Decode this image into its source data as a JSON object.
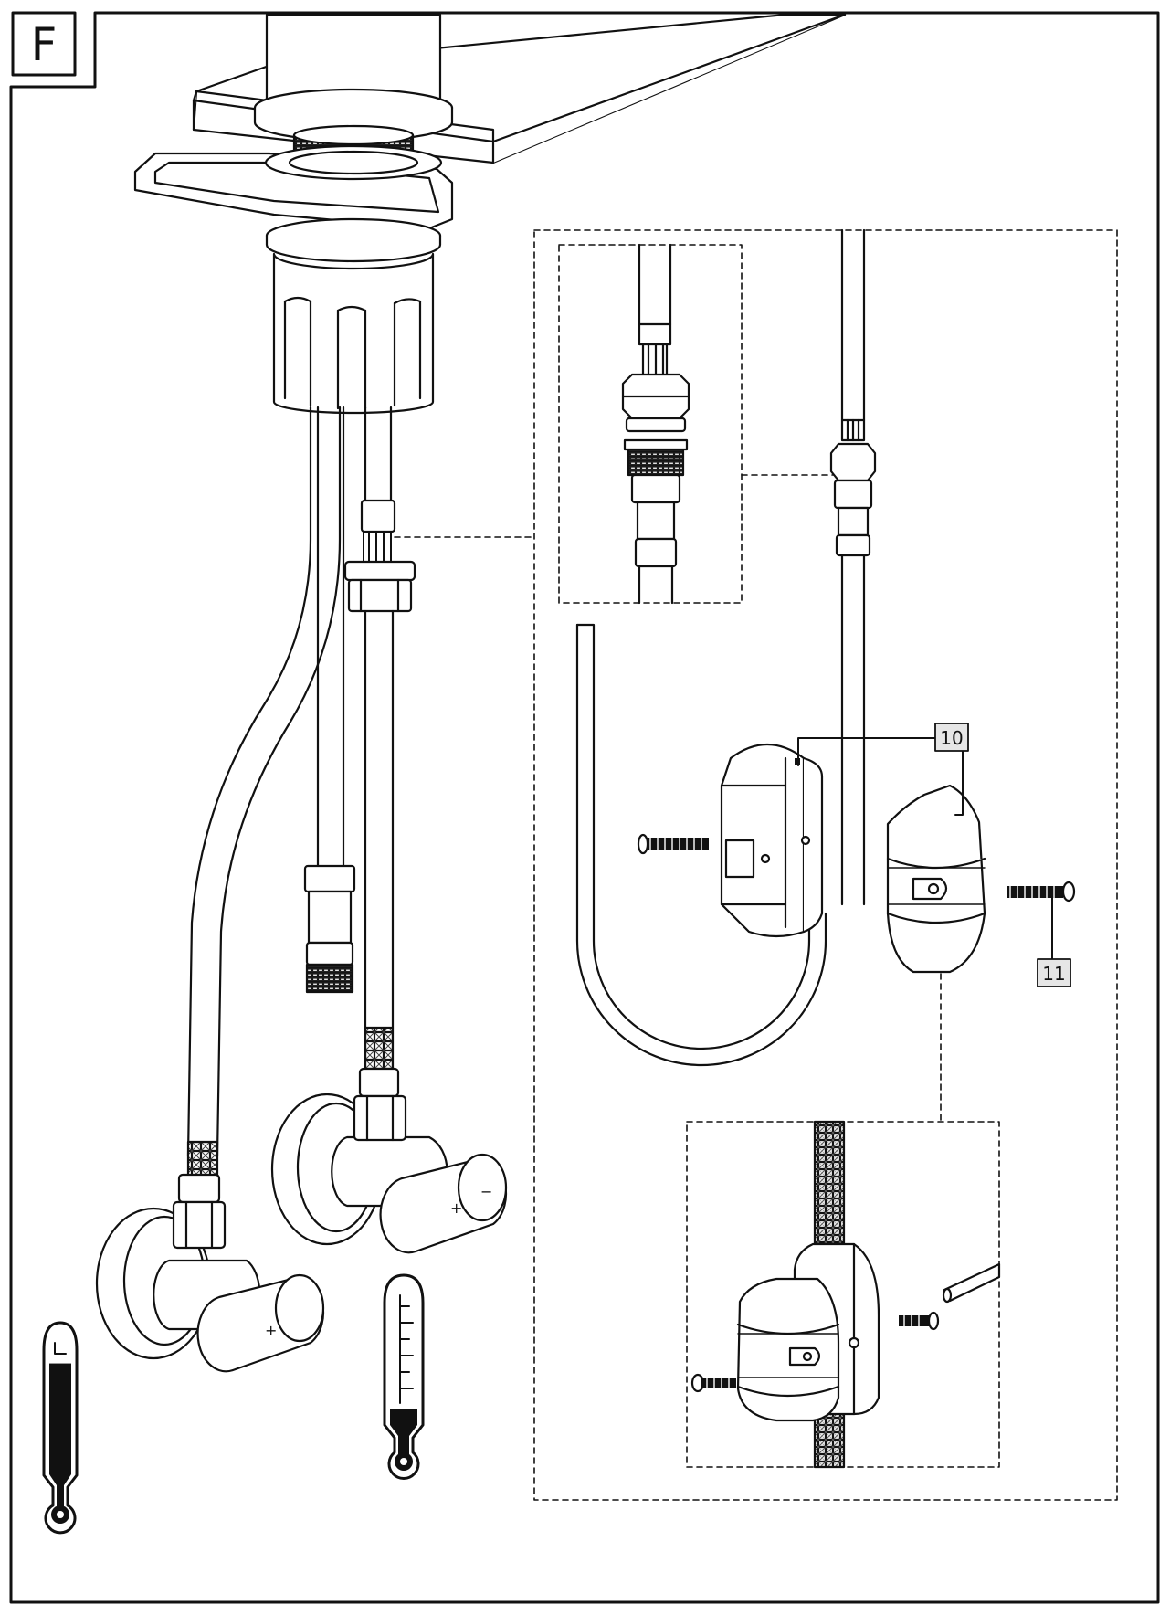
{
  "step": {
    "label": "F"
  },
  "callouts": [
    {
      "id": "part-10",
      "label": "10"
    },
    {
      "id": "part-11",
      "label": "11"
    }
  ],
  "valve_markings": {
    "plus": "+",
    "minus": "−"
  },
  "thermometers": [
    {
      "id": "hot",
      "fill_level": 0.88
    },
    {
      "id": "cold",
      "fill_level": 0.12
    }
  ],
  "colors": {
    "line": "#111111",
    "paper": "#ffffff",
    "callout_fill": "#e6e6e6",
    "dark": "#111111"
  }
}
